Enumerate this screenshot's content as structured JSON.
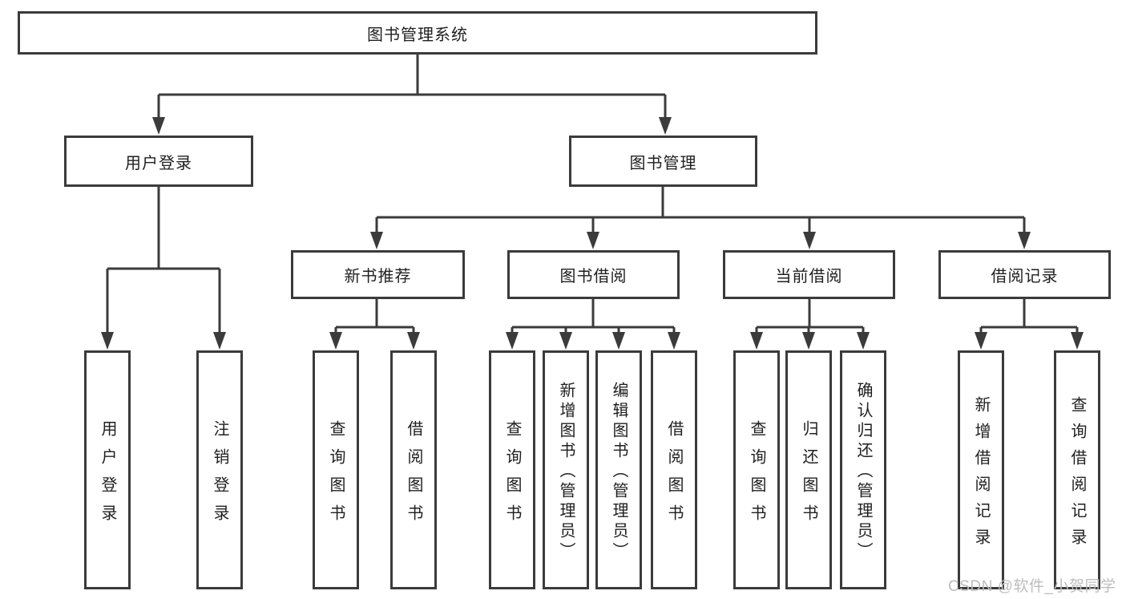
{
  "title": "图书管理系统",
  "tree": {
    "root": "图书管理系统",
    "branches": [
      {
        "label": "用户登录",
        "children": [
          "用户登录",
          "注销登录"
        ]
      },
      {
        "label": "图书管理",
        "children": [
          {
            "label": "新书推荐",
            "children": [
              "查询图书",
              "借阅图书"
            ]
          },
          {
            "label": "图书借阅",
            "children": [
              "查询图书",
              "新增图书（管理员）",
              "编辑图书（管理员）",
              "借阅图书"
            ]
          },
          {
            "label": "当前借阅",
            "children": [
              "查询图书",
              "归还图书",
              "确认归还（管理员）"
            ]
          },
          {
            "label": "借阅记录",
            "children": [
              "新增借阅记录",
              "查询借阅记录"
            ]
          }
        ]
      }
    ]
  },
  "watermark": "CSDN @软件_小贺同学",
  "colors": {
    "line": "#3b3b3b",
    "text": "#1f1f1f",
    "watermark": "#bdbdbd"
  }
}
